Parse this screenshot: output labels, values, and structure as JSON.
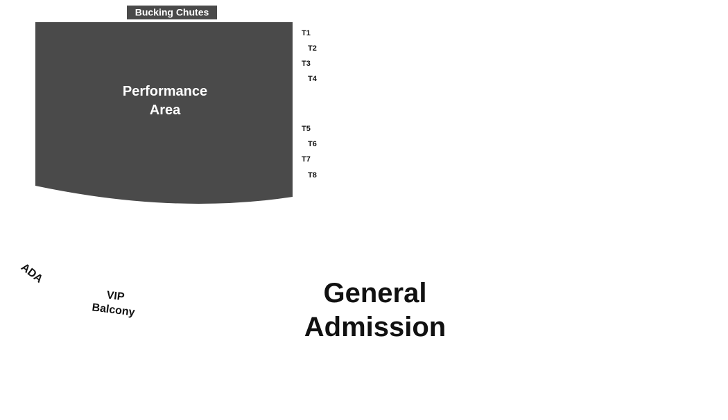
{
  "map": {
    "chutes_label": "Bucking Chutes",
    "performance_area": {
      "line1": "Performance",
      "line2": "Area"
    },
    "tables": [
      "T1",
      "T2",
      "T3",
      "T4",
      "T5",
      "T6",
      "T7",
      "T8"
    ],
    "ada_label": "ADA",
    "vip_balcony": {
      "line1": "VIP",
      "line2": "Balcony"
    },
    "general_admission": {
      "line1": "General",
      "line2": "Admission"
    }
  },
  "colors": {
    "area_fill": "#4a4a4a",
    "label_on_dark": "#ffffff",
    "label_text": "#111111",
    "background": "#ffffff"
  }
}
